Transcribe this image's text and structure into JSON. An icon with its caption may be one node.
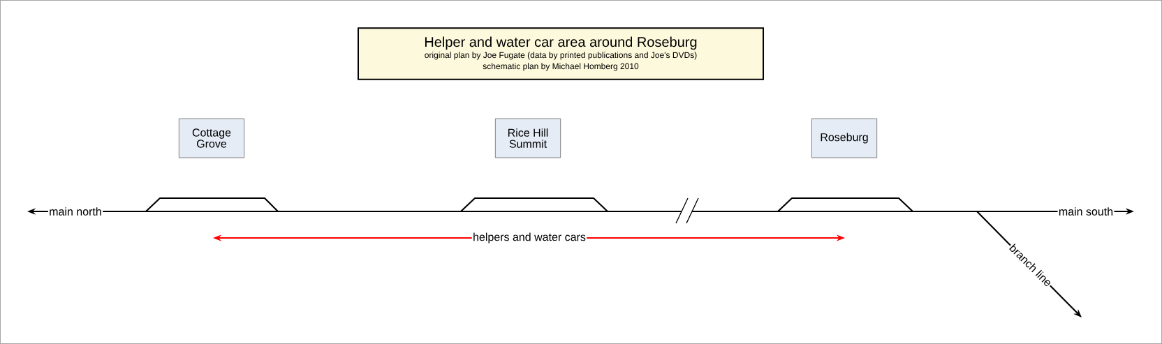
{
  "diagram": {
    "nodes": [
      {
        "text": [
          "Helper and water car area around Roseburg",
          "original plan by Joe Fugate (data by printed publications and Joe's DVDs)",
          "schematic plan by Michael Homberg 2010"
        ]
      },
      {
        "text": [
          "Cottage Grove"
        ]
      },
      {
        "text": [
          "Rice Hill Summit"
        ]
      },
      {
        "text": [
          "Roseburg"
        ]
      }
    ],
    "labels": [
      "main north",
      "main south",
      "helpers and water cars",
      "branch line"
    ]
  }
}
